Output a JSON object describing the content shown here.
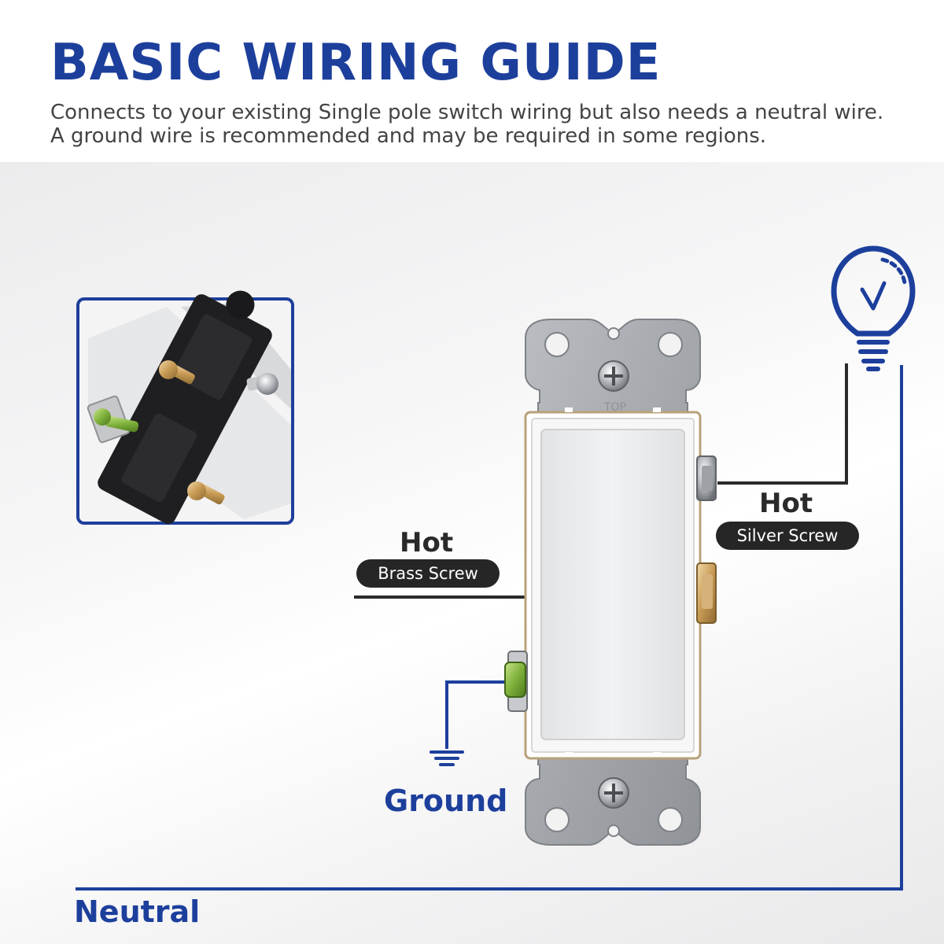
{
  "header": {
    "title": "BASIC WIRING GUIDE",
    "subtitle_line1": "Connects to your existing Single pole switch wiring but also needs a neutral wire.",
    "subtitle_line2": "A ground wire is recommended and may be required in some regions."
  },
  "labels": {
    "hot_brass": "Hot",
    "brass_screw": "Brass Screw",
    "hot_silver": "Hot",
    "silver_screw": "Silver Screw",
    "ground": "Ground",
    "neutral": "Neutral",
    "switch_top_mark": "TOP"
  },
  "colors": {
    "brand_blue": "#1d3f9c",
    "wire_black": "#2a2a2a",
    "pill_bg": "#262626"
  },
  "icons": {
    "bulb": "light-bulb-icon",
    "ground": "ground-symbol-icon"
  }
}
